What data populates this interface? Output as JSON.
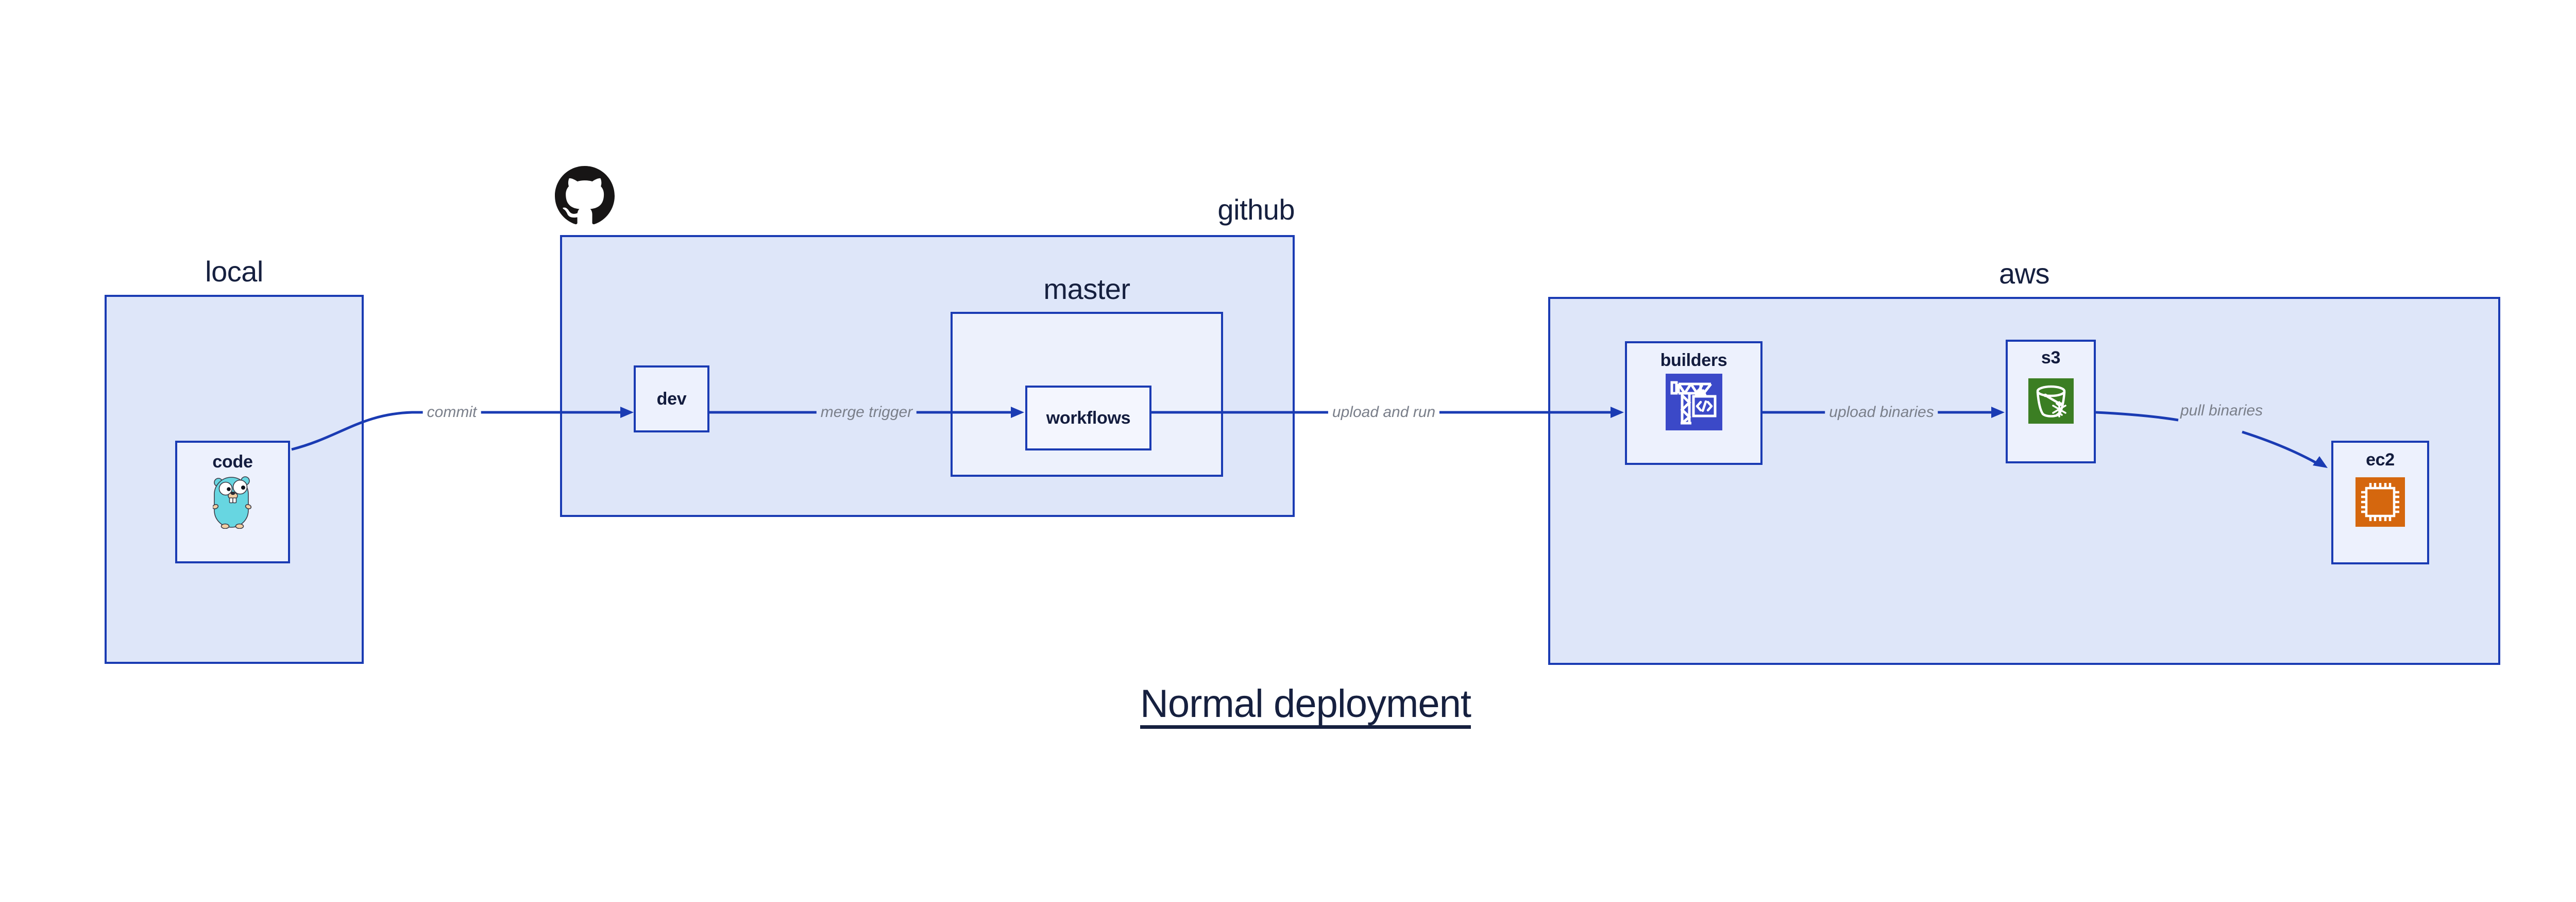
{
  "title": "Normal deployment",
  "groups": {
    "local": "local",
    "github": "github",
    "master": "master",
    "aws": "aws"
  },
  "nodes": {
    "code": "code",
    "dev": "dev",
    "workflows": "workflows",
    "builders": "builders",
    "s3": "s3",
    "ec2": "ec2"
  },
  "edges": {
    "commit": "commit",
    "merge_trigger": "merge trigger",
    "upload_and_run": "upload and run",
    "upload_binaries": "upload binaries",
    "pull_binaries": "pull binaries"
  },
  "icons": {
    "github": "github-octocat-icon",
    "code": "go-gopher-icon",
    "builders": "crane-codebuild-icon",
    "s3": "bucket-glacier-icon",
    "ec2": "chip-ec2-icon"
  },
  "colors": {
    "border_and_arrow_blue": "#1a3bb3",
    "group_fill": "#dee6f9",
    "node_fill": "#edf1fd",
    "inner_node_fill": "#f4f6fe",
    "label_navy": "#16203f",
    "edge_label_gray": "#7a7f8a",
    "github_logo_black": "#171515",
    "gopher_teal": "#67d6e1",
    "builders_icon_bg": "#3b49c8",
    "s3_icon_bg": "#3b7e23",
    "ec2_icon_bg": "#d5670e"
  }
}
